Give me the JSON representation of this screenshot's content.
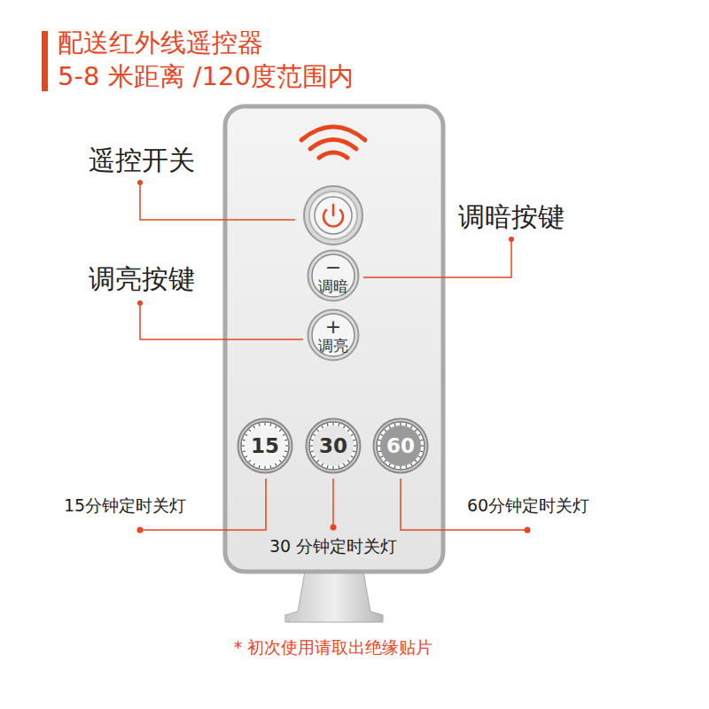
{
  "diagram": {
    "title": "配送红外线遥控器",
    "nodes": [
      {
        "text": [
          "−",
          "调暗"
        ]
      },
      {
        "text": [
          "+",
          "调亮"
        ]
      },
      {
        "text": [
          "15"
        ]
      },
      {
        "text": [
          "30"
        ]
      },
      {
        "text": [
          "60"
        ]
      }
    ],
    "labels": [
      "5-8 米距离 /120度范围内",
      "遥控开关",
      "调暗按键",
      "调亮按键",
      "15分钟定时关灯",
      "30 分钟定时关灯",
      "60分钟定时关灯",
      "* 初次使用请取出绝缘贴片"
    ]
  }
}
